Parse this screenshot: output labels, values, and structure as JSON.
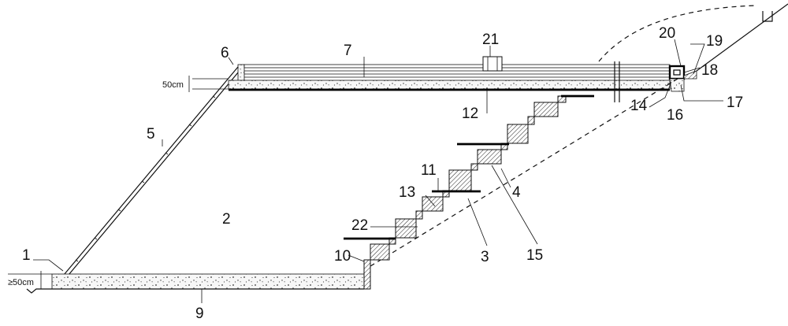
{
  "labels": {
    "l1": "1",
    "l2": "2",
    "l3": "3",
    "l4": "4",
    "l5": "5",
    "l6": "6",
    "l7": "7",
    "l9": "9",
    "l10": "10",
    "l11": "11",
    "l12": "12",
    "l13": "13",
    "l14": "14",
    "l15": "15",
    "l16": "16",
    "l17": "17",
    "l18": "18",
    "l19": "19",
    "l20": "20",
    "l21": "21",
    "l22": "22"
  },
  "dimensions": {
    "top_thickness": "50cm",
    "bottom_thickness": "≥50cm"
  }
}
